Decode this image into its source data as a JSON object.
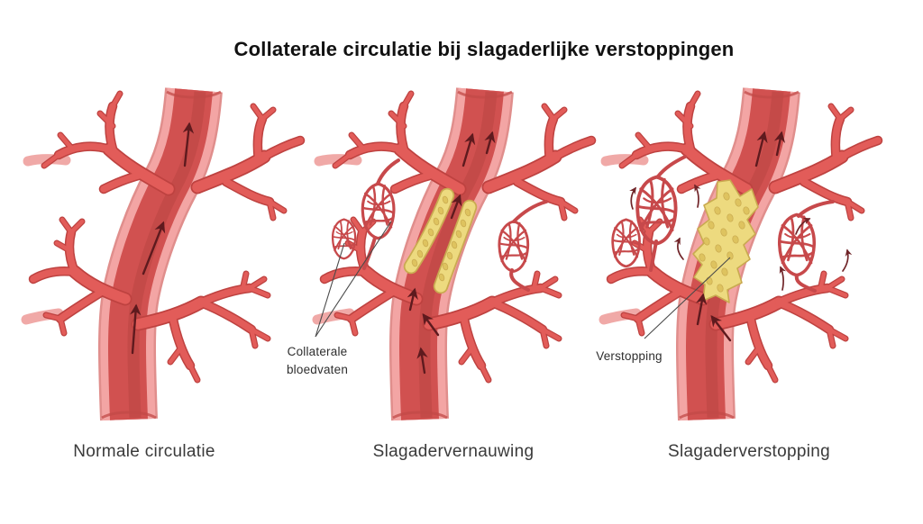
{
  "title": "Collaterale circulatie bij slagaderlijke verstoppingen",
  "panels": [
    {
      "id": "normal",
      "caption": "Normale circulatie"
    },
    {
      "id": "narrowing",
      "caption": "Slagadervernauwing",
      "annotation_line1": "Collaterale",
      "annotation_line2": "bloedvaten"
    },
    {
      "id": "blockage",
      "caption": "Slagaderverstopping",
      "annotation": "Verstopping"
    }
  ],
  "colors": {
    "background": "#FFFFFF",
    "title_text": "#111111",
    "caption_text": "#3A3A3A",
    "annotation_text": "#2E2E2E",
    "vessel_wall": "#F3A5A4",
    "vessel_wall_outline": "#E08E8C",
    "vessel_lumen": "#D15150",
    "vessel_shade": "#B94542",
    "branch_fill": "#E25C59",
    "branch_outline": "#BE4240",
    "collateral_vessel": "#C7494B",
    "plaque_fill": "#EDDA7F",
    "plaque_cobblestone": "#DEC35F",
    "plaque_outline": "#C9AA50",
    "flow_arrow": "#5E1A1E",
    "leader_line": "#4A4A4A"
  }
}
